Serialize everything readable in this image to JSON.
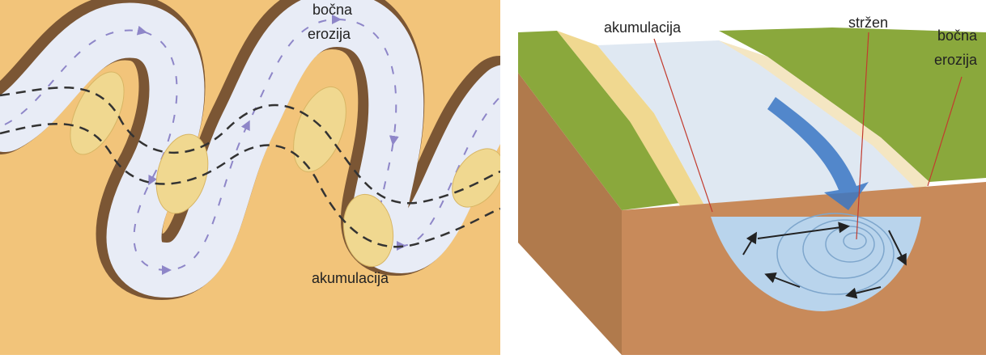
{
  "left_diagram": {
    "label_lateral_erosion_line1": "bočna",
    "label_lateral_erosion_line2": "erozija",
    "label_accumulation": "akumulacija"
  },
  "right_diagram": {
    "label_accumulation": "akumulacija",
    "label_thalweg": "stržen",
    "label_lateral_erosion_line1": "bočna",
    "label_lateral_erosion_line2": "erozija"
  },
  "colors": {
    "terrain": "#f2c47a",
    "bank_shadow": "#6e4a2c",
    "water": "#e8ecf6",
    "flow_arrows": "#8e86c8",
    "sandbar": "#f0d890",
    "grass": "#8aa83c",
    "soil": "#c88a5a",
    "water_blue": "#b9d4ec",
    "current_arrow": "#3a76c4"
  }
}
